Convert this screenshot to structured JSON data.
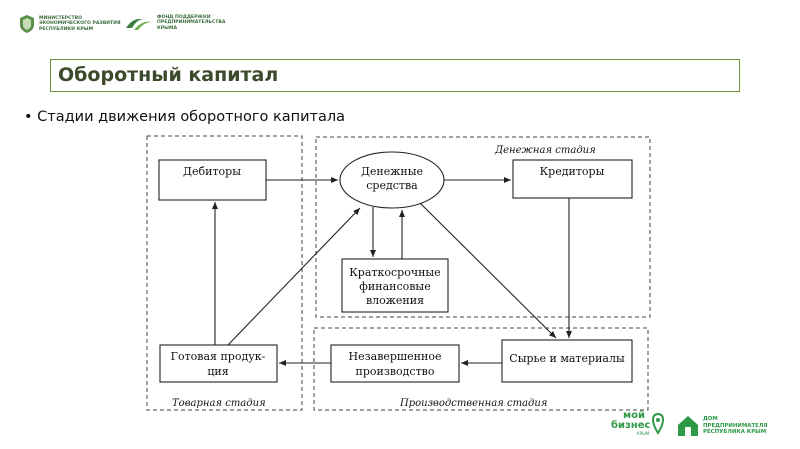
{
  "header": {
    "ministry_text": "МИНИСТЕРСТВО\nЭКОНОМИЧЕСКОГО РАЗВИТИЯ\nРЕСПУБЛИКИ КРЫМ",
    "fund_text": "ФОНД ПОДДЕРЖКИ\nПРЕДПРИНИМАТЕЛЬСТВА\nКРЫМА"
  },
  "slide": {
    "title": "Оборотный капитал",
    "bullet": "• Стадии движения оборотного капитала"
  },
  "diagram": {
    "zones": {
      "money": "Денежная стадия",
      "goods": "Товарная стадия",
      "production": "Производственная стадия"
    },
    "nodes": {
      "debtors": "Дебиторы",
      "cash_line1": "Денежные",
      "cash_line2": "средства",
      "creditors": "Кредиторы",
      "shortterm_line1": "Краткосрочные",
      "shortterm_line2": "финансовые",
      "shortterm_line3": "вложения",
      "finished_line1": "Готовая продук-",
      "finished_line2": "ция",
      "wip_line1": "Незавершенное",
      "wip_line2": "производство",
      "raw": "Сырье и материалы"
    }
  },
  "footer": {
    "moy_biznes_line1": "мой",
    "moy_biznes_line2": "бизнес",
    "moy_biznes_sub": "КРЫМ",
    "dom_text": "ДОМ\nПРЕДПРИНИМАТЕЛЯ\nРЕСПУБЛИКА КРЫМ"
  },
  "colors": {
    "accent_green": "#2e9a48",
    "title_border": "#6b8f3a"
  }
}
